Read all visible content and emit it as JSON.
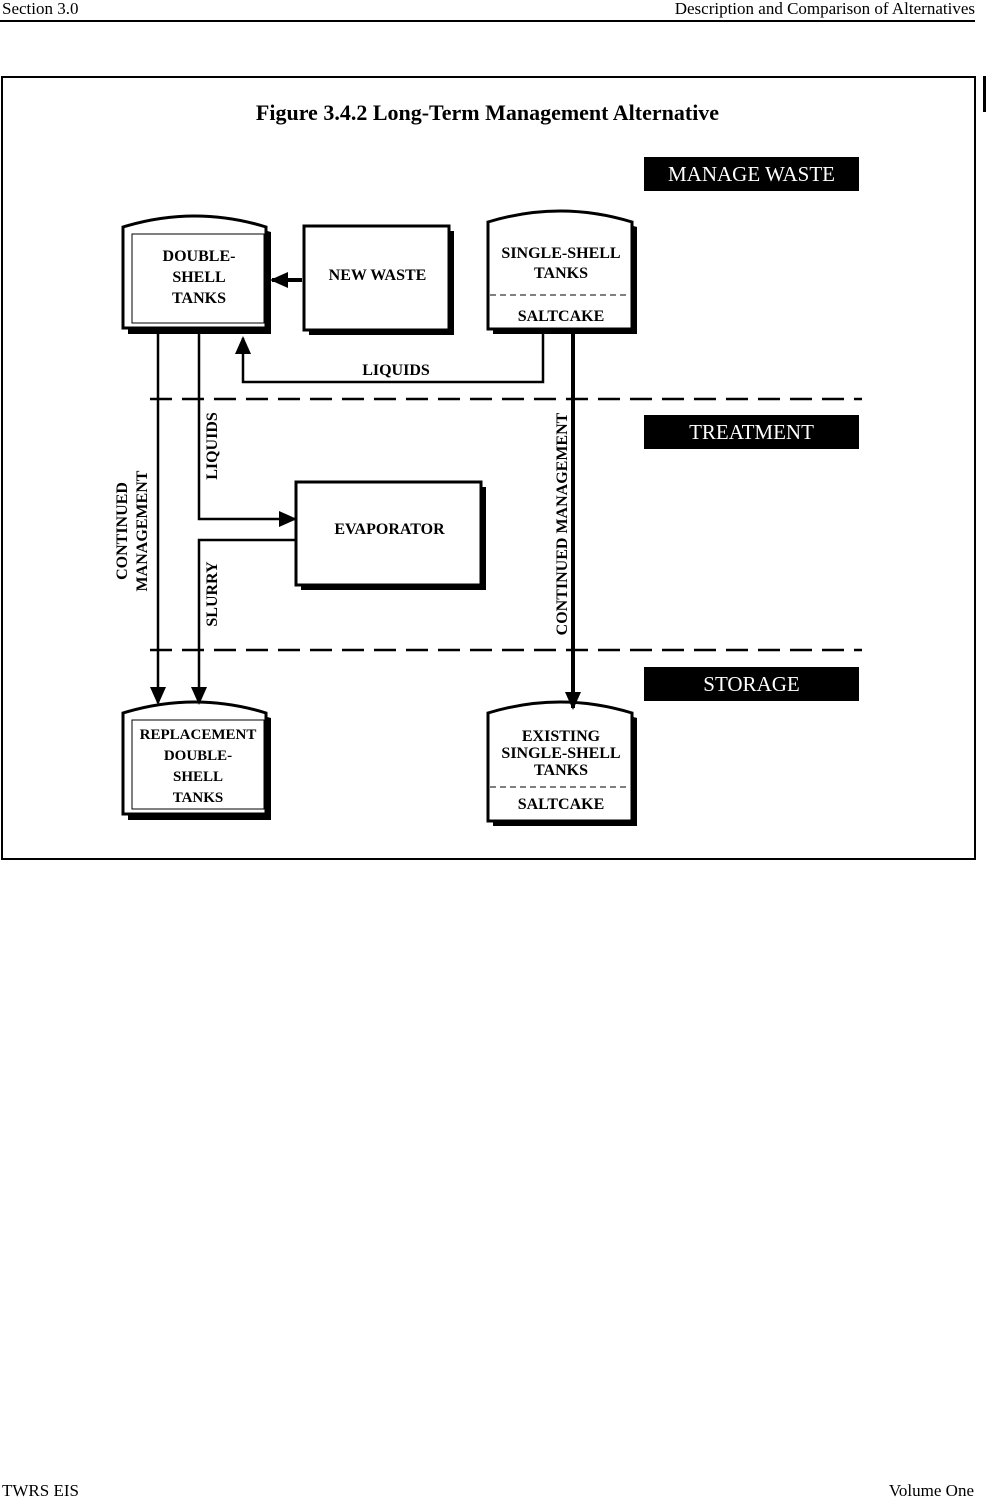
{
  "header": {
    "left": "Section 3.0",
    "right": "Description and Comparison of Alternatives"
  },
  "figure": {
    "title": "Figure 3.4.2  Long-Term Management Alternative",
    "bands": {
      "manage_waste": "MANAGE WASTE",
      "treatment": "TREATMENT",
      "storage": "STORAGE"
    },
    "nodes": {
      "double_shell_tanks": [
        "DOUBLE-",
        "SHELL",
        "TANKS"
      ],
      "new_waste": "NEW WASTE",
      "single_shell_tanks": [
        "SINGLE-SHELL",
        "TANKS"
      ],
      "saltcake_top": "SALTCAKE",
      "evaporator": "EVAPORATOR",
      "replacement_tanks": [
        "REPLACEMENT",
        "DOUBLE-",
        "SHELL",
        "TANKS"
      ],
      "existing_tanks": [
        "EXISTING",
        "SINGLE-SHELL",
        "TANKS"
      ],
      "saltcake_bottom": "SALTCAKE"
    },
    "flows": {
      "liquids_horizontal": "LIQUIDS",
      "liquids_vertical": "LIQUIDS",
      "slurry": "SLURRY",
      "continued_management_left": [
        "CONTINUED",
        "MANAGEMENT"
      ],
      "continued_management_right": "CONTINUED MANAGEMENT"
    }
  },
  "footer": {
    "left": "TWRS EIS",
    "right": "Volume One"
  }
}
